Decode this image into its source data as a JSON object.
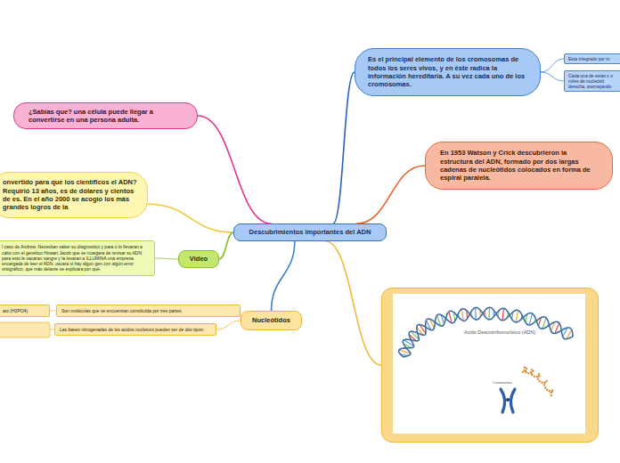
{
  "diagram": {
    "nodes": [
      {
        "text": [
          "Descubrimientos importantes del ADN"
        ]
      },
      {
        "text": [
          "Es el principal elemento de los cromosomas de todos los seres vivos, y en éste radica la información hereditaria. A su vez cada uno de los cromosomas."
        ]
      },
      {
        "text": [
          "Esta integrado por m"
        ]
      },
      {
        "text": [
          "Cada una de estas c o miles de nucleótid derecha, asemejando"
        ]
      },
      {
        "text": [
          "En 1953 Watson y Crick  descubrieron la estructura del ADN, formado por dos largas cadenas de nucleótidos colocados en forma de espiral paralela."
        ]
      },
      {
        "text": [
          "Acido Desoxirribonucleico (ADN)",
          "Cromosoma"
        ]
      },
      {
        "text": [
          "¿Sabías que? una célula puede llegar a convertirse en una persona adulta."
        ]
      },
      {
        "text": [
          "onvertido para que los científicos el ADN? Requirió 13 años, es de dólares y cientos de es. En el año 2000 se acogio los más grandes logros de la"
        ]
      },
      {
        "text": [
          "Video"
        ]
      },
      {
        "text": [
          "l caso de Andrew. Necesitan saber su diagnostico y para o lo llevaran a cabo con el genético Howart Jacob que se ncargara de revisar su ADN para esto le sacaran sangre y la levaran a ILLUMINA una empresa encargada de leer el ADN. uscara si hay algún gen con algún error ortográfico, que más delante se explicara por qué."
        ]
      },
      {
        "text": [
          "Nucleótidos"
        ]
      },
      {
        "text": [
          "Son moléculas que se encuentran constituida por tres partes."
        ]
      },
      {
        "text": [
          "ato (H3PO4)"
        ]
      },
      {
        "text": [
          "Las bases nitrogenadas de los acidos nucleicos pueden ser de dos tipos:"
        ]
      }
    ],
    "edges": [
      {
        "from": 0,
        "to": 1,
        "arrow": "none"
      },
      {
        "from": 1,
        "to": 2,
        "arrow": "none"
      },
      {
        "from": 1,
        "to": 3,
        "arrow": "none"
      },
      {
        "from": 0,
        "to": 4,
        "arrow": "none"
      },
      {
        "from": 0,
        "to": 5,
        "arrow": "none"
      },
      {
        "from": 0,
        "to": 6,
        "arrow": "none"
      },
      {
        "from": 0,
        "to": 7,
        "arrow": "none"
      },
      {
        "from": 0,
        "to": 8,
        "arrow": "none"
      },
      {
        "from": 8,
        "to": 9,
        "arrow": "none"
      },
      {
        "from": 0,
        "to": 10,
        "arrow": "none"
      },
      {
        "from": 10,
        "to": 11,
        "arrow": "none"
      },
      {
        "from": 10,
        "to": 13,
        "arrow": "none"
      },
      {
        "from": 11,
        "to": 12,
        "arrow": "none"
      }
    ]
  }
}
